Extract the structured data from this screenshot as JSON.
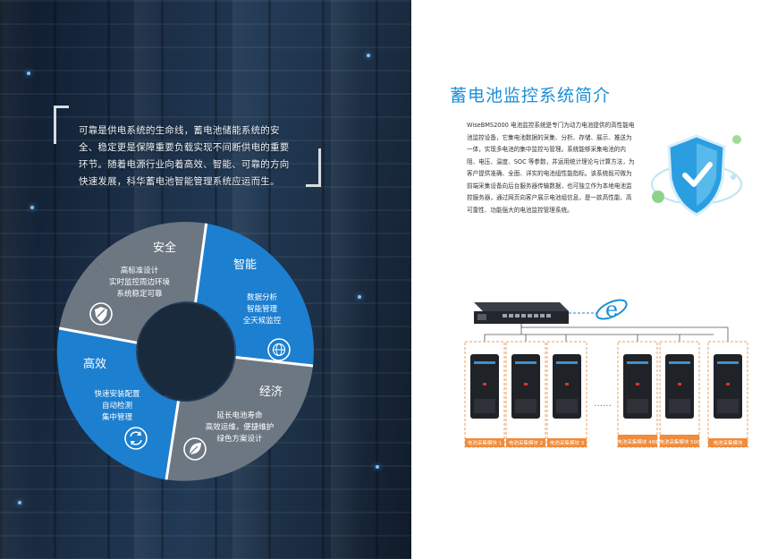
{
  "left": {
    "intro": "可靠是供电系统的生命线，蓄电池储能系统的安全、稳定更是保障重要负载实现不间断供电的重要环节。随着电源行业向着高效、智能、可靠的方向快速发展，科华蓄电池智能管理系统应运而生。",
    "segments": {
      "safety": {
        "title": "安全",
        "lines": [
          "高标准设计",
          "实时监控周边环境",
          "系统稳定可靠"
        ],
        "icon": "shield-icon"
      },
      "smart": {
        "title": "智能",
        "lines": [
          "数据分析",
          "智能管理",
          "全天候监控"
        ],
        "icon": "globe-icon"
      },
      "economy": {
        "title": "经济",
        "lines": [
          "延长电池寿命",
          "高效运维，便捷维护",
          "绿色方案设计"
        ],
        "icon": "leaf-icon"
      },
      "efficient": {
        "title": "高效",
        "lines": [
          "快速安装配置",
          "自动检测",
          "集中管理"
        ],
        "icon": "refresh-icon"
      }
    },
    "colors": {
      "blue": "#1d7fcf",
      "gray": "#6f7a85"
    }
  },
  "right": {
    "title": "蓄电池监控系统简介",
    "description": "WiseBMS2000 电池监控系统是专门为动力电池提供的高性能电池监控设备，它集电池数据的采集、分析、存储、展示、推送为一体，实现多电池的集中监控与管理。系统能够采集电池的内阻、电压、温度、SOC 等参数，并运用统计理论与计算方法，为客户提供准确、全面、详实的电池组性能指标。该系统既可做为前端采集设备向后台服务器传输数据，也可独立作为本地电池监控服务器，通过网页向客户展示电池组信息，是一款高性能、高可靠性、功能强大的电池监控管理系统。",
    "modules": [
      "电池采集模块 1",
      "电池采集模块 2",
      "电池采集模块 3",
      "电池采集模块 499",
      "电池采集模块 500",
      "电池采集模块"
    ],
    "ellipsis": "……",
    "accent": "#1b8fd6",
    "module_border": "#e8a060",
    "module_label_bg": "#f08c3c"
  }
}
